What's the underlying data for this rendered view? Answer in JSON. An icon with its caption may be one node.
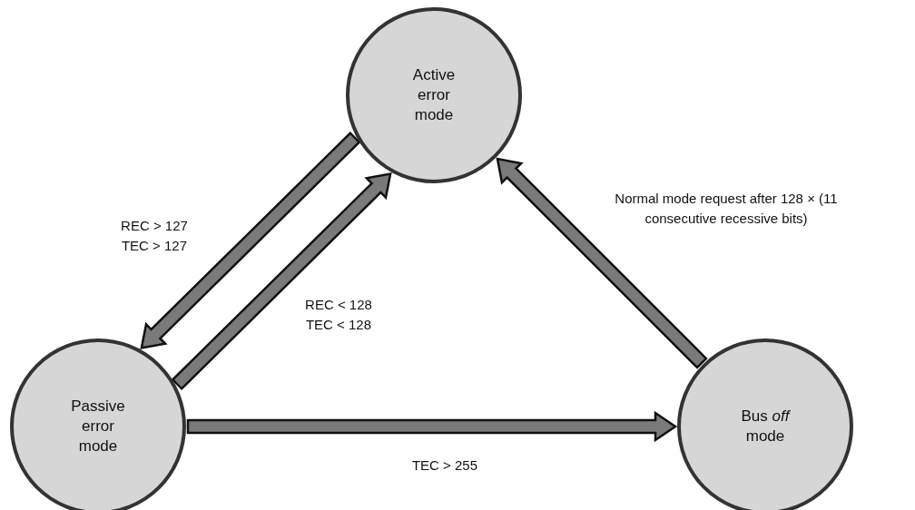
{
  "diagram": {
    "nodes": [
      {
        "text": [
          "Active error mode"
        ]
      },
      {
        "text": [
          "Passive error mode"
        ]
      },
      {
        "text": [
          "Bus *off* mode"
        ]
      }
    ],
    "edges": [
      {
        "from": 0,
        "to": 1,
        "arrow": "to",
        "label": "REC > 127 TEC > 127"
      },
      {
        "from": 1,
        "to": 0,
        "arrow": "to",
        "label": "REC < 128 TEC < 128"
      },
      {
        "from": 1,
        "to": 2,
        "arrow": "to",
        "label": "TEC > 255"
      },
      {
        "from": 2,
        "to": 0,
        "arrow": "to",
        "label": "Normal mode request after 128 × (11 consecutive recessive bits)"
      }
    ]
  }
}
